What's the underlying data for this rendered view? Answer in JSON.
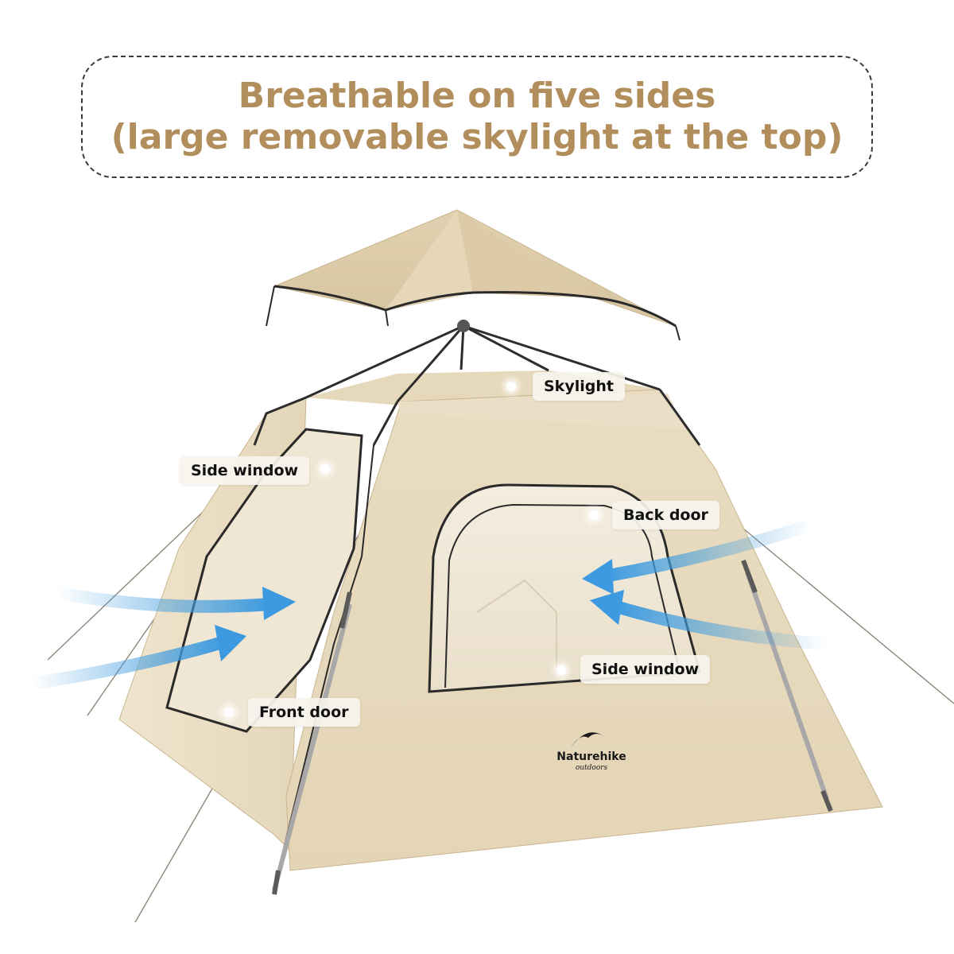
{
  "header": {
    "line1": "Breathable on five sides",
    "line2": "(large removable skylight at the top)"
  },
  "callouts": {
    "skylight": "Skylight",
    "side_window_left": "Side window",
    "back_door": "Back door",
    "side_window_right": "Side window",
    "front_door": "Front door"
  },
  "brand": {
    "name": "Naturehike",
    "sub": "outdoors"
  },
  "colors": {
    "title": "#b38e5d",
    "tent_fabric": "#e8dcc3",
    "arrow": "#4aa3e0"
  },
  "icons": [
    "airflow-arrow",
    "callout-dot",
    "naturehike-logo"
  ]
}
